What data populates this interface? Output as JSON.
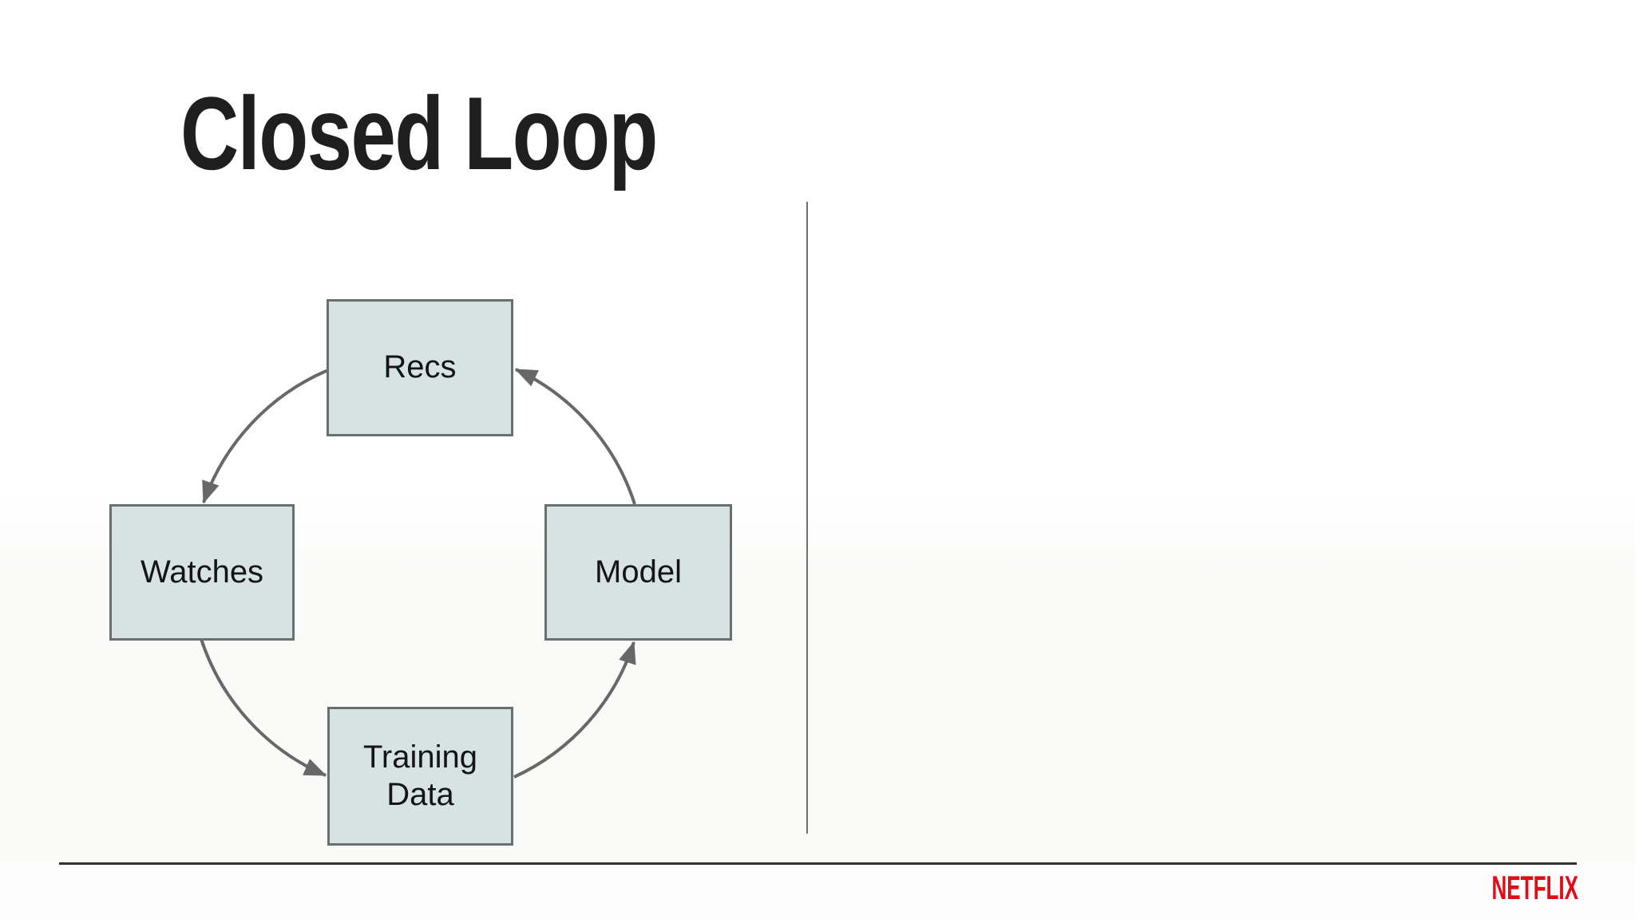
{
  "slide": {
    "title": "Closed Loop"
  },
  "diagram": {
    "type": "cycle",
    "nodes": [
      {
        "id": "recs",
        "label": "Recs"
      },
      {
        "id": "watches",
        "label": "Watches"
      },
      {
        "id": "training-data",
        "label": "Training Data"
      },
      {
        "id": "model",
        "label": "Model"
      }
    ],
    "edges": [
      {
        "from": "recs",
        "to": "watches"
      },
      {
        "from": "watches",
        "to": "training-data"
      },
      {
        "from": "training-data",
        "to": "model"
      },
      {
        "from": "model",
        "to": "recs"
      }
    ],
    "colors": {
      "node_fill": "#D7E3E3",
      "node_border": "#65706F",
      "arrow": "#686868",
      "divider": "#707070",
      "footer_rule": "#333336",
      "title_text": "#1F1F1F"
    }
  },
  "footer": {
    "brand": "NETFLIX",
    "brand_color": "#E50914"
  }
}
